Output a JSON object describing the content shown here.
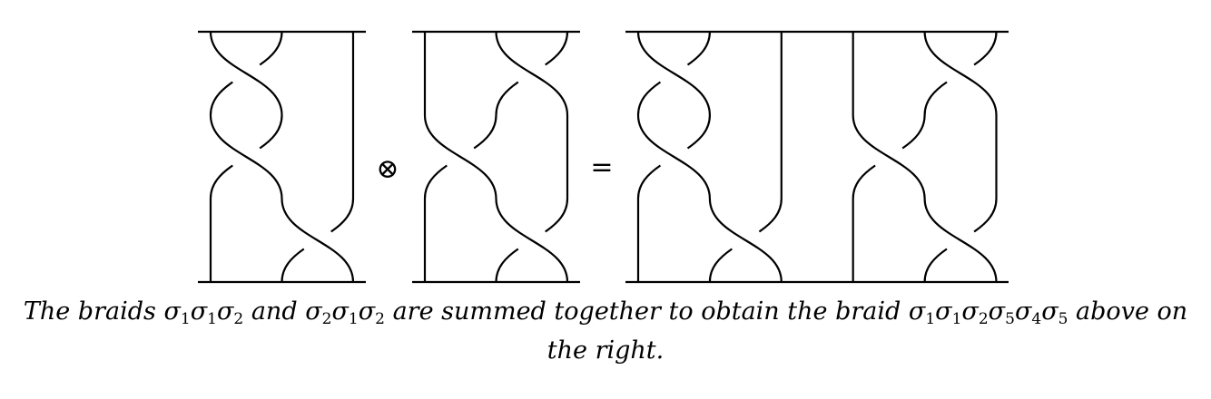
{
  "figure": {
    "tensor_symbol": "⊗",
    "equals_symbol": "=",
    "colors": {
      "stroke": "#000000",
      "background": "#ffffff"
    },
    "braids": [
      {
        "id": "left",
        "word": "σ1σ1σ2",
        "strands": 3,
        "generators": [
          {
            "index": 1,
            "level": 0
          },
          {
            "index": 1,
            "level": 1
          },
          {
            "index": 2,
            "level": 2
          }
        ]
      },
      {
        "id": "middle",
        "word": "σ2σ1σ2",
        "strands": 3,
        "generators": [
          {
            "index": 2,
            "level": 0
          },
          {
            "index": 1,
            "level": 1
          },
          {
            "index": 2,
            "level": 2
          }
        ]
      },
      {
        "id": "right",
        "word": "σ1σ1σ2σ5σ4σ5",
        "strands": 6,
        "generators": [
          {
            "index": 1,
            "level": 0
          },
          {
            "index": 1,
            "level": 1
          },
          {
            "index": 2,
            "level": 2
          },
          {
            "index": 5,
            "level": 0
          },
          {
            "index": 4,
            "level": 1
          },
          {
            "index": 5,
            "level": 2
          }
        ]
      }
    ]
  },
  "caption": {
    "part1": "The braids ",
    "b1_s1": "σ",
    "b1_i1": "1",
    "b1_s2": "σ",
    "b1_i2": "1",
    "b1_s3": "σ",
    "b1_i3": "2",
    "part2": " and ",
    "b2_s1": "σ",
    "b2_i1": "2",
    "b2_s2": "σ",
    "b2_i2": "1",
    "b2_s3": "σ",
    "b2_i3": "2",
    "part3": " are summed together to obtain the braid ",
    "b3_s1": "σ",
    "b3_i1": "1",
    "b3_s2": "σ",
    "b3_i2": "1",
    "b3_s3": "σ",
    "b3_i3": "2",
    "b3_s4": "σ",
    "b3_i4": "5",
    "b3_s5": "σ",
    "b3_i5": "4",
    "b3_s6": "σ",
    "b3_i6": "5",
    "part4": " above on the right."
  }
}
